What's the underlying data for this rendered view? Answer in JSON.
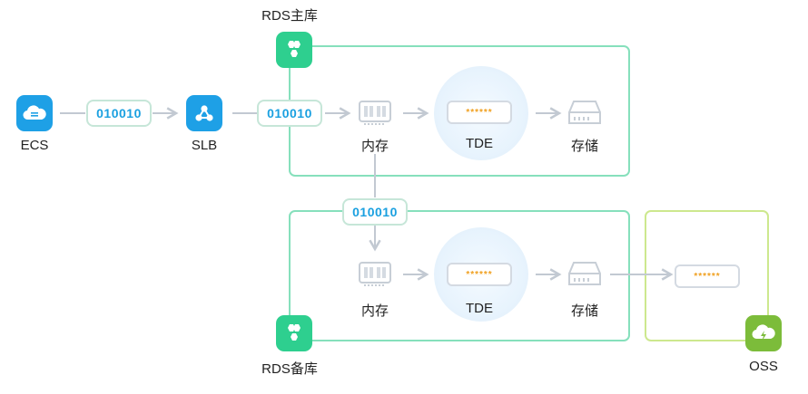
{
  "nodes": {
    "ecs": "ECS",
    "slb": "SLB",
    "rds_primary": "RDS主库",
    "rds_standby": "RDS备库",
    "oss": "OSS"
  },
  "packets": {
    "p1": "010010",
    "p2": "010010",
    "p3": "010010"
  },
  "stages": {
    "memory": "内存",
    "tde": "TDE",
    "storage": "存储"
  },
  "key_mask": "******",
  "colors": {
    "blue": "#1ea0e6",
    "green": "#2ecf8f",
    "olive": "#7cbc3a",
    "primary_border": "#86e0bc",
    "oss_border": "#cde88e",
    "flow_line": "#c2c9d2",
    "key_text": "#f0a020"
  },
  "icons": [
    "cloud-server-icon",
    "load-balancer-icon",
    "database-icon",
    "memory-chip-icon",
    "disk-storage-icon",
    "cloud-lightning-icon"
  ]
}
